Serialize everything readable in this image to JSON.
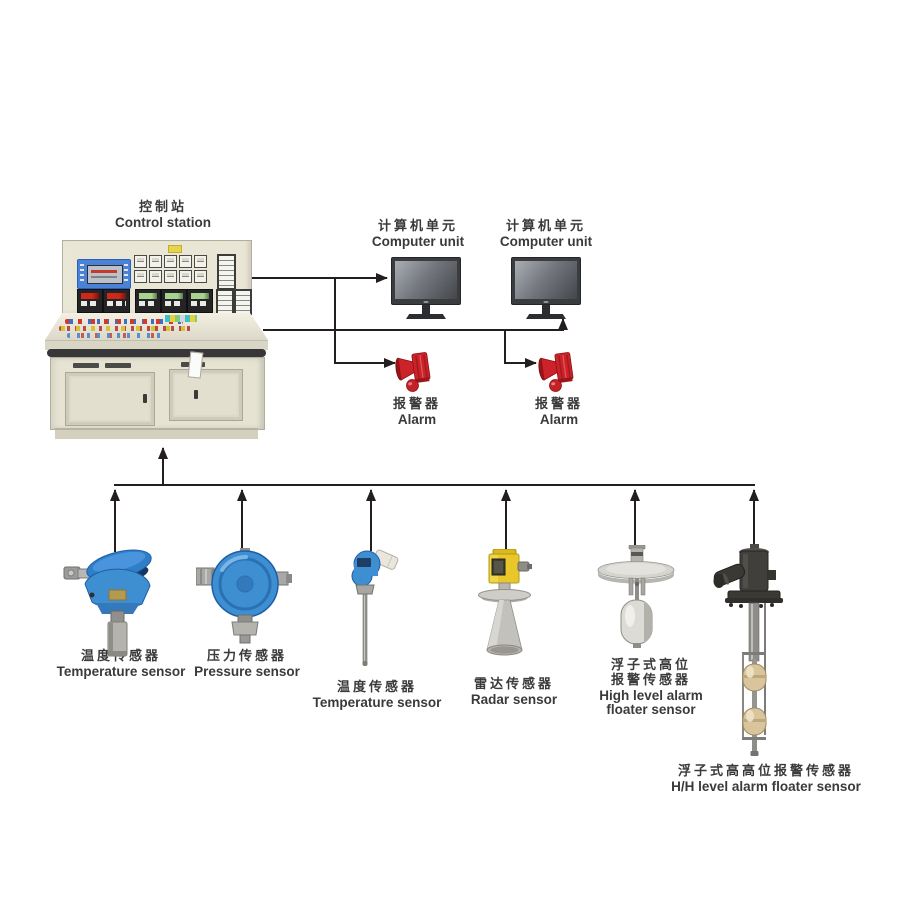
{
  "diagram": {
    "control_station": {
      "zh": "控制站",
      "en": "Control station"
    },
    "computer_units": [
      {
        "zh": "计算机单元",
        "en": "Computer unit"
      },
      {
        "zh": "计算机单元",
        "en": "Computer unit"
      }
    ],
    "alarms": [
      {
        "zh": "报警器",
        "en": "Alarm"
      },
      {
        "zh": "报警器",
        "en": "Alarm"
      }
    ],
    "sensors": [
      {
        "id": "temperature-sensor-1",
        "zh": "温度传感器",
        "en": "Temperature sensor"
      },
      {
        "id": "pressure-sensor",
        "zh": "压力传感器",
        "en": "Pressure sensor"
      },
      {
        "id": "temperature-sensor-2",
        "zh": "温度传感器",
        "en": "Temperature sensor"
      },
      {
        "id": "radar-sensor",
        "zh": "雷达传感器",
        "en": "Radar sensor"
      },
      {
        "id": "high-level-alarm-floater-sensor",
        "zh_line1": "浮子式高位",
        "zh_line2": "报警传感器",
        "en_line1": "High level alarm",
        "en_line2": "floater sensor"
      },
      {
        "id": "hh-level-alarm-floater-sensor",
        "zh": "浮子式高高位报警传感器",
        "en": "H/H level alarm floater sensor"
      }
    ],
    "colors": {
      "wire": "#231f20",
      "label_text": "#3a3a3a",
      "cabinet_beige": "#e8e5d5",
      "alarm_red": "#cb2329",
      "sensor_blue": "#3e8ed2",
      "radar_yellow": "#e9c72a",
      "monitor_frame": "#3a3c40",
      "float_tan": "#d9c49c",
      "metal_gray": "#b3b1ad"
    }
  }
}
